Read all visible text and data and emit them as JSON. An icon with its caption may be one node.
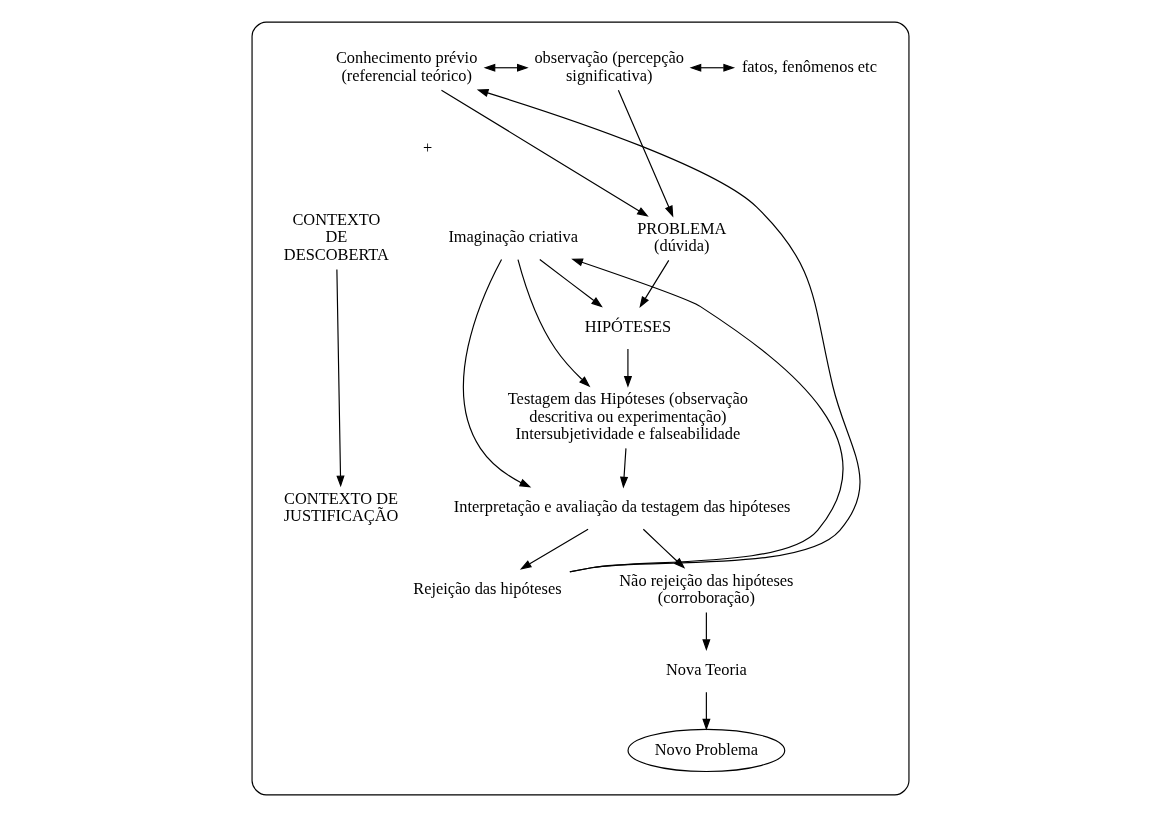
{
  "diagram": {
    "nodes": [
      {
        "text": [],
        "shape": "box"
      },
      {
        "text": [
          "Conhecimento prévio (referencial teórico)"
        ],
        "in": 0
      },
      {
        "text": [
          "observação (percepção significativa)"
        ],
        "in": 0
      },
      {
        "text": [
          "fatos, fenômenos etc"
        ],
        "in": 0
      },
      {
        "text": [
          "Imaginação criativa"
        ],
        "in": 0
      },
      {
        "text": [
          "PROBLEMA (dúvida)"
        ],
        "in": 0
      },
      {
        "text": [
          "HIPÓTESES"
        ],
        "in": 0
      },
      {
        "text": [
          "Testagem das Hipóteses (observação descritiva ou experimentação) Intersubjetividade e falseabilidade"
        ],
        "in": 0
      },
      {
        "text": [
          "Interpretação e avaliação da testagem das hipóteses"
        ],
        "in": 0
      },
      {
        "text": [
          "Rejeição das hipóteses"
        ],
        "in": 0
      },
      {
        "text": [
          "Não rejeição das hipóteses (corroboração)"
        ],
        "in": 0
      },
      {
        "text": [
          "Nova Teoria"
        ],
        "in": 0
      },
      {
        "text": [
          "Novo Problema"
        ],
        "in": 0
      },
      {
        "text": [
          "CONTEXTO DE DESCOBERTA"
        ],
        "in": 0
      },
      {
        "text": [
          "CONTEXTO DE JUSTIFICAÇÃO"
        ],
        "in": 0
      }
    ],
    "edges": [
      {
        "from": 1,
        "to": 2,
        "arrow": "both"
      },
      {
        "from": 2,
        "to": 3,
        "arrow": "both"
      },
      {
        "from": 1,
        "to": 5,
        "arrow": "to"
      },
      {
        "from": 2,
        "to": 5,
        "arrow": "to"
      },
      {
        "from": 4,
        "to": 6,
        "arrow": "to"
      },
      {
        "from": 4,
        "to": 7,
        "arrow": "to"
      },
      {
        "from": 4,
        "to": 8,
        "arrow": "to"
      },
      {
        "from": 5,
        "to": 6,
        "arrow": "to"
      },
      {
        "from": 6,
        "to": 7,
        "arrow": "to"
      },
      {
        "from": 7,
        "to": 8,
        "arrow": "to"
      },
      {
        "from": 8,
        "to": 9,
        "arrow": "to"
      },
      {
        "from": 8,
        "to": 10,
        "arrow": "to"
      },
      {
        "from": 10,
        "to": 11,
        "arrow": "to"
      },
      {
        "from": 11,
        "to": 12,
        "arrow": "to"
      },
      {
        "from": 13,
        "to": 14,
        "arrow": "to"
      },
      {
        "from": 9,
        "to": 4,
        "arrow": "to"
      },
      {
        "from": 9,
        "to": 1,
        "arrow": "to"
      }
    ],
    "labels": [
      "+"
    ]
  }
}
